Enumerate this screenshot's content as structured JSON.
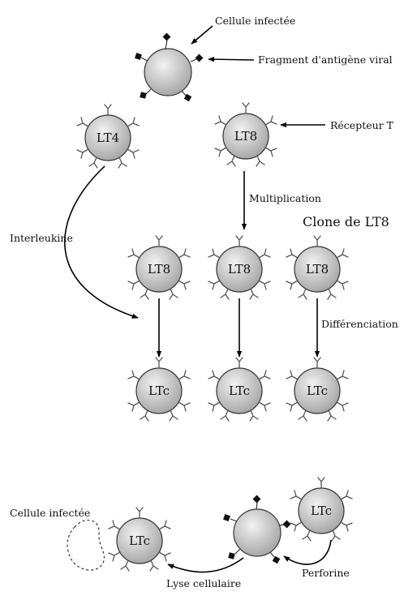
{
  "labels": {
    "infected_cell_top": "Cellule infectée",
    "viral_antigen_fragment": "Fragment d'antigène viral",
    "t_receptor": "Récepteur T",
    "interleukin": "Interleukine",
    "multiplication": "Multiplication",
    "clone_title": "Clone de LT8",
    "differentiation": "Différenciation",
    "infected_cell_bottom": "Cellule infectée",
    "perforin": "Perforine",
    "cell_lysis": "Lyse cellulaire"
  },
  "cells": {
    "lt4": "LT4",
    "lt8": "LT8",
    "clone_lt8": [
      "LT8",
      "LT8",
      "LT8"
    ],
    "ltc_row": [
      "LTc",
      "LTc",
      "LTc"
    ],
    "ltc_killer": "LTc",
    "ltc_after_lysis": "LTc"
  },
  "colors": {
    "cell_fill_center": "#f2f2f2",
    "cell_fill_edge": "#a8a8a8",
    "outline": "#333333",
    "antigen": "#111111"
  }
}
